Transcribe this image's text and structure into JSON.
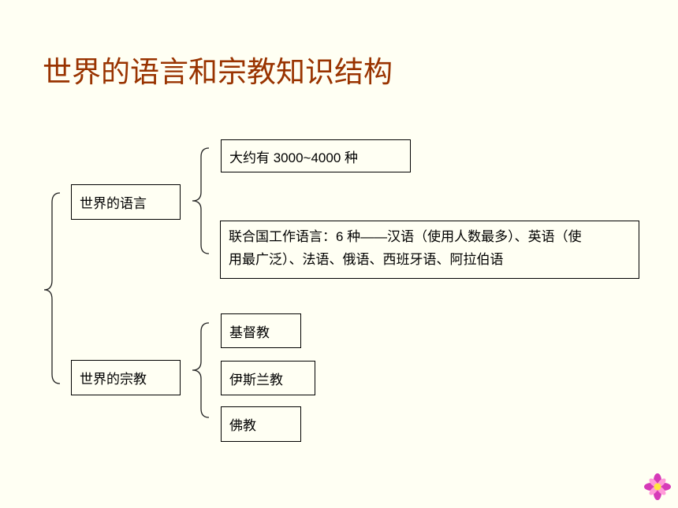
{
  "slide": {
    "title": "世界的语言和宗教知识结构"
  },
  "diagram": {
    "branches": [
      {
        "label": "世界的语言",
        "children": [
          {
            "lines": [
              "大约有 3000~4000 种"
            ]
          },
          {
            "lines": [
              "联合国工作语言：6 种——汉语（使用人数最多）、英语（使",
              "用最广泛）、法语、俄语、西班牙语、阿拉伯语"
            ]
          }
        ]
      },
      {
        "label": "世界的宗教",
        "children": [
          {
            "lines": [
              "基督教"
            ]
          },
          {
            "lines": [
              "伊斯兰教"
            ]
          },
          {
            "lines": [
              "佛教"
            ]
          }
        ]
      }
    ]
  },
  "icons": {
    "corner_decoration": "flower-icon"
  },
  "colors": {
    "background": "#FFFFF3",
    "title": "#993300",
    "box_border": "#000000",
    "text": "#000000",
    "petal_dark": "#D63AB8",
    "petal_light": "#FF9AD8",
    "flower_center": "#FFE640"
  }
}
